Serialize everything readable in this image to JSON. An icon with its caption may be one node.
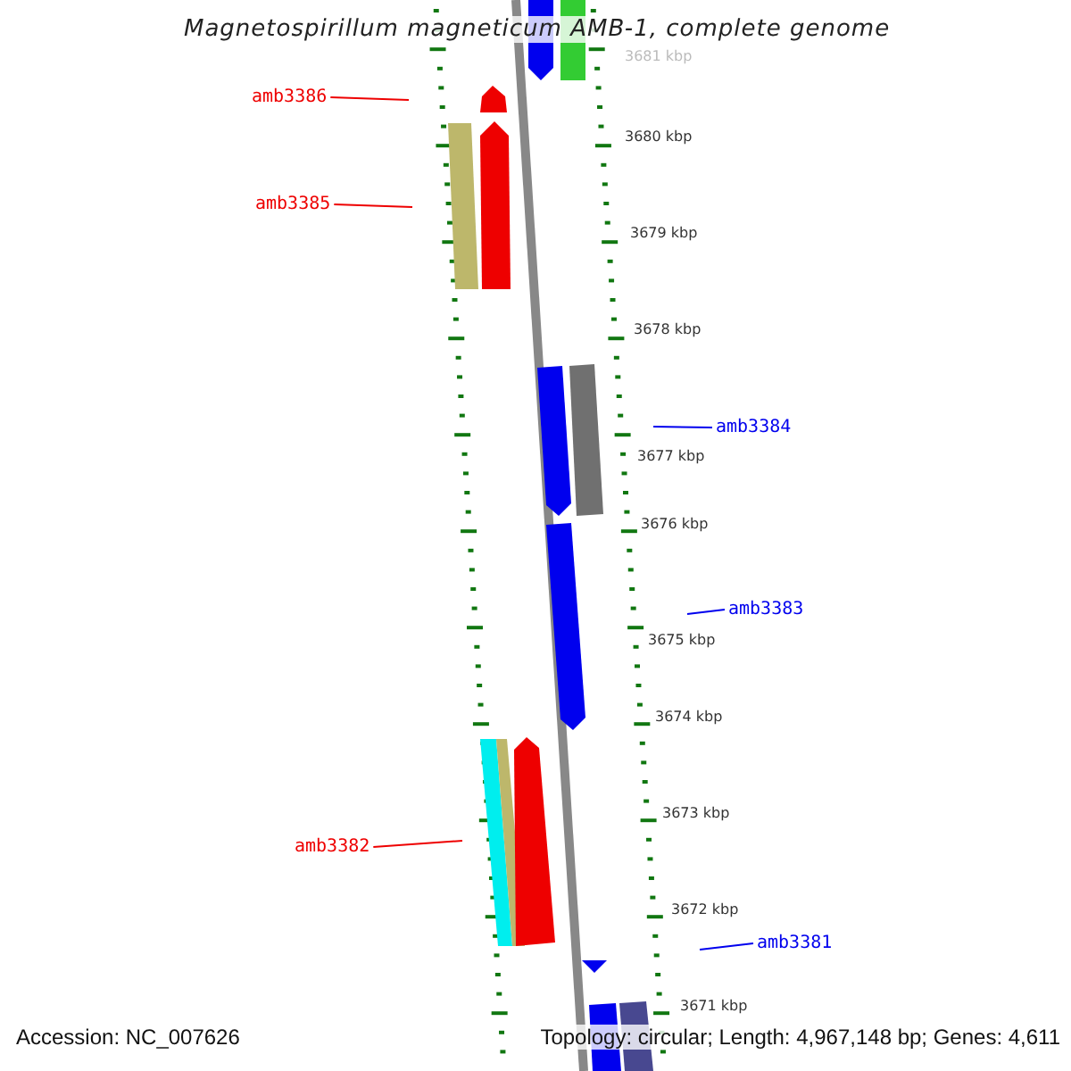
{
  "diagram": {
    "title": "Magnetospirillum magneticum AMB-1, complete genome",
    "nodes": [
      {
        "text": [
          "amb3386"
        ]
      },
      {
        "text": [
          "amb3385"
        ]
      },
      {
        "text": [
          "amb3384"
        ]
      },
      {
        "text": [
          "amb3383"
        ]
      },
      {
        "text": [
          "amb3382"
        ]
      },
      {
        "text": [
          "amb3381"
        ]
      }
    ],
    "edges": [
      {
        "from": 0,
        "to": null,
        "arrow": "none"
      },
      {
        "from": 1,
        "to": null,
        "arrow": "none"
      },
      {
        "from": 2,
        "to": null,
        "arrow": "none",
        "color": "#0000ee"
      },
      {
        "from": 3,
        "to": null,
        "arrow": "none",
        "color": "#0000ee"
      },
      {
        "from": 4,
        "to": null,
        "arrow": "none"
      },
      {
        "from": 5,
        "to": null,
        "arrow": "none",
        "color": "#0000ee"
      }
    ],
    "labels": [
      "3681 kbp",
      "3680 kbp",
      "3679 kbp",
      "3678 kbp",
      "3677 kbp",
      "3676 kbp",
      "3675 kbp",
      "3674 kbp",
      "3673 kbp",
      "3672 kbp",
      "3671 kbp",
      "Accession: NC_007626",
      "Topology: circular; Length: 4,967,148 bp; Genes: 4,611"
    ]
  }
}
